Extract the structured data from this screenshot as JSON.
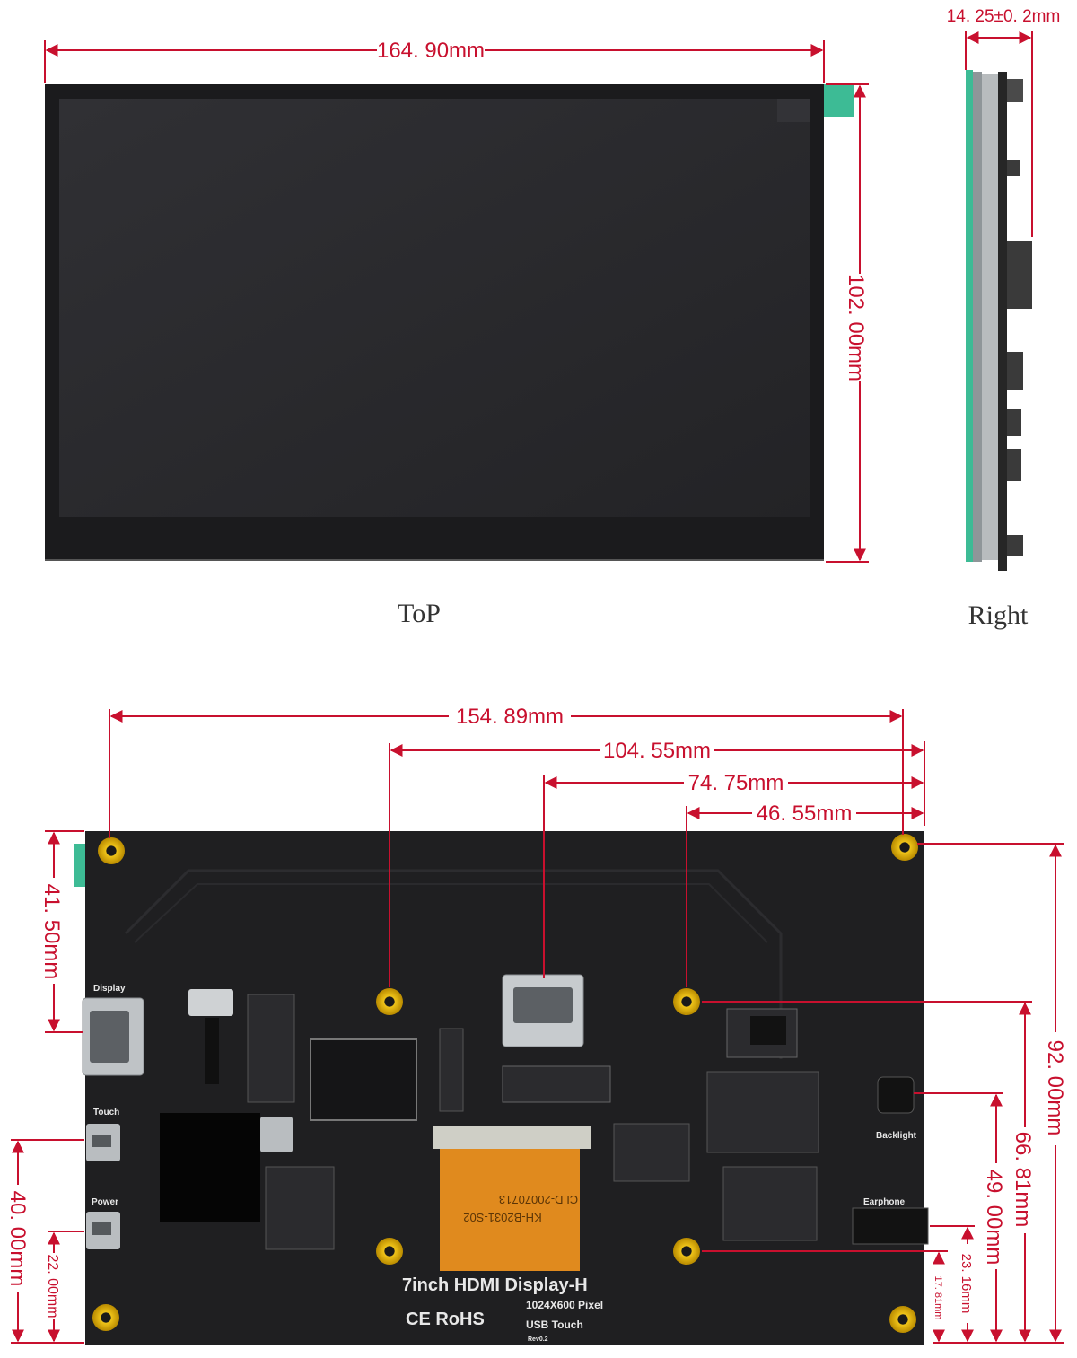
{
  "colors": {
    "dimension": "#c8102e",
    "pcb": "#1f1f21",
    "screen": "#2a2a2c",
    "standoff": "#e0b400",
    "flex_cable": "#e08a1e",
    "film_tab": "#3dbb95"
  },
  "views": {
    "top_label": "ToP",
    "right_label": "Right"
  },
  "dimensions": {
    "top_width": "164. 90mm",
    "top_height": "102. 00mm",
    "right_depth": "14. 25±0. 2mm",
    "back_width": "154. 89mm",
    "hole_x_1": "104. 55mm",
    "hdmi_x": "74. 75mm",
    "hole_x_2": "46. 55mm",
    "display_port_y": "41. 50mm",
    "power_port_y": "40. 00mm",
    "power_port_y_2": "22. 00mm",
    "hole_y_full": "92. 00mm",
    "hole_y_mid": "66. 81mm",
    "backlight_y": "49. 00mm",
    "earphone_y": "23. 16mm",
    "hole_y_bottom": "17. 81mm"
  },
  "pcb_labels": {
    "display": "Display",
    "touch": "Touch",
    "power": "Power",
    "backlight": "Backlight",
    "earphone": "Earphone",
    "title": "7inch HDMI Display-H",
    "resolution": "1024X600 Pixel",
    "usb_touch": "USB Touch",
    "rev": "Rev0.2",
    "certification": "CE RoHS",
    "cable_text_1": "CLD-20070713",
    "cable_text_2": "KH-B2031-S02"
  }
}
